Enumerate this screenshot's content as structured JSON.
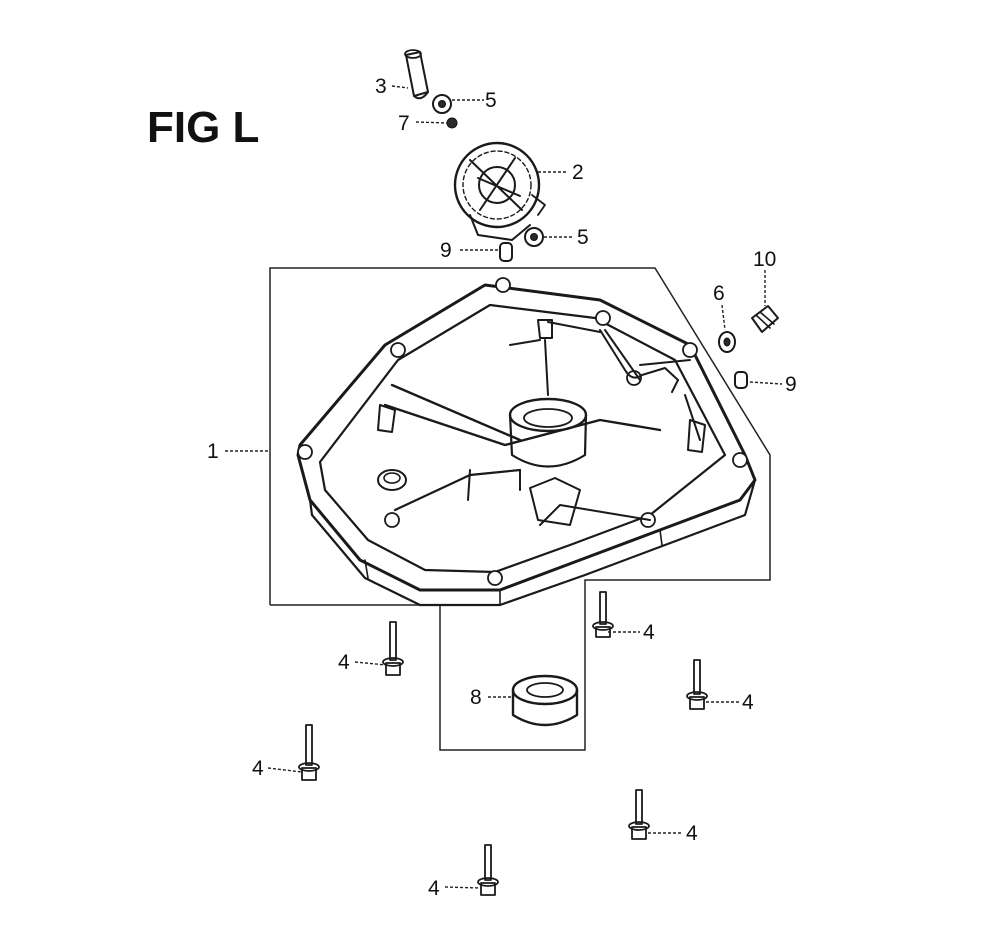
{
  "figure": {
    "title": "FIG L"
  },
  "callouts": {
    "c1": "1",
    "c2": "2",
    "c3": "3",
    "c4a": "4",
    "c4b": "4",
    "c4c": "4",
    "c4d": "4",
    "c4e": "4",
    "c4f": "4",
    "c5a": "5",
    "c5b": "5",
    "c6": "6",
    "c7": "7",
    "c8": "8",
    "c9a": "9",
    "c9b": "9",
    "c10": "10"
  },
  "icons": {
    "crankcase": "crankcase-cover-icon",
    "gear": "governor-gear-icon",
    "bolt": "flange-bolt-icon",
    "washer": "washer-icon",
    "seal": "oil-seal-icon",
    "pin": "dowel-pin-icon"
  }
}
